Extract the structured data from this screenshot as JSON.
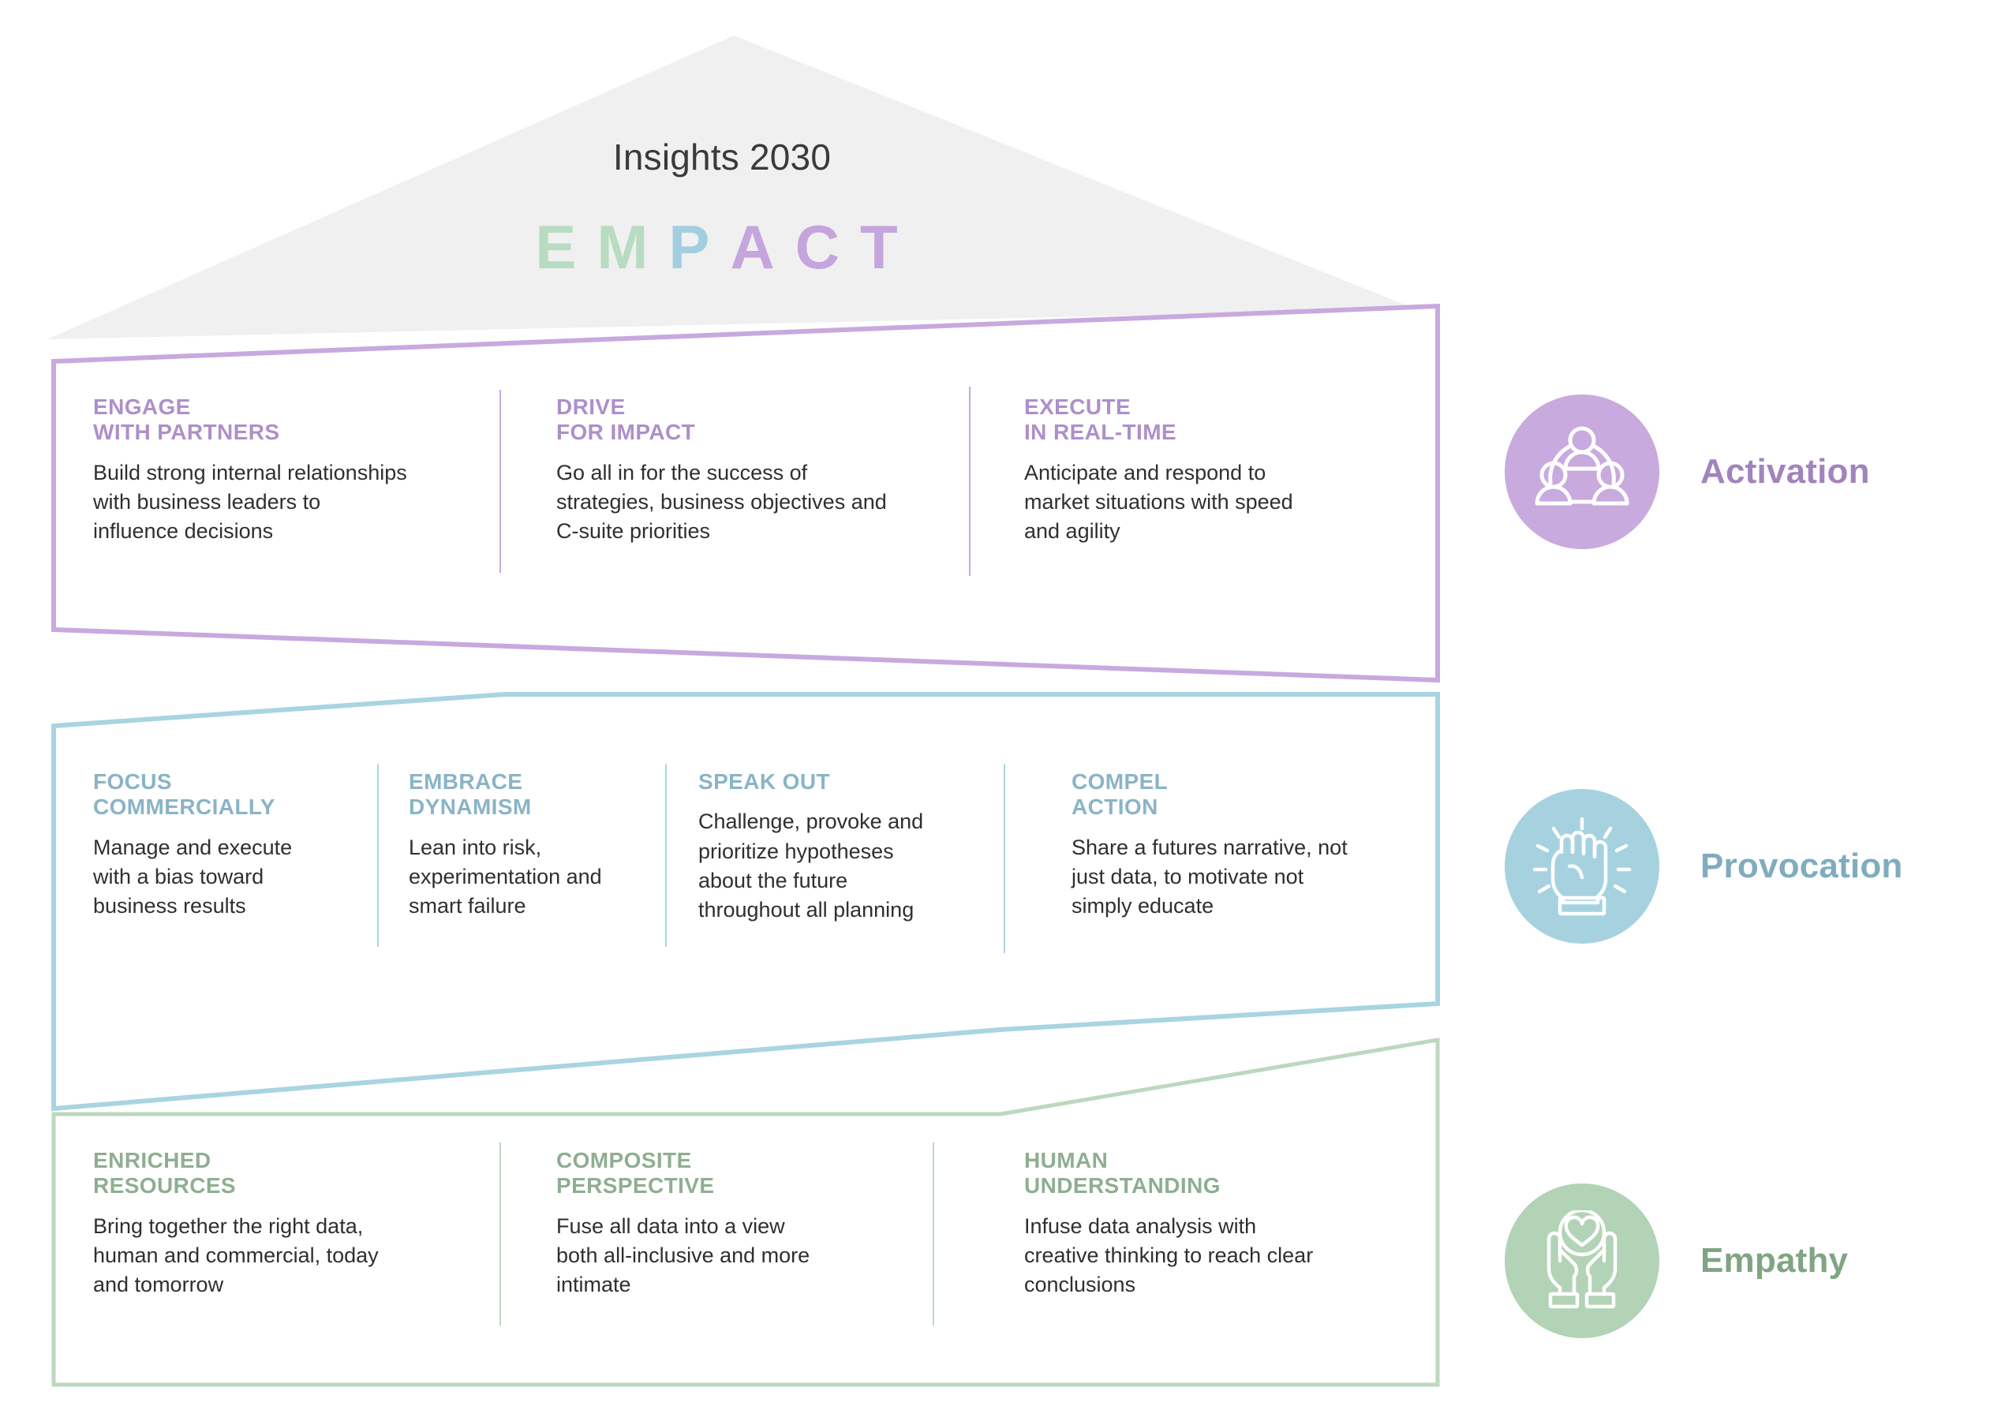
{
  "header": {
    "title": "Insights 2030",
    "acronym": [
      {
        "letter": "E",
        "color": "#b7dcc1"
      },
      {
        "letter": "M",
        "color": "#b7dcc1"
      },
      {
        "letter": "P",
        "color": "#a2cfe0"
      },
      {
        "letter": "A",
        "color": "#c4a5dd"
      },
      {
        "letter": "C",
        "color": "#c4a5dd"
      },
      {
        "letter": "T",
        "color": "#c4a5dd"
      }
    ]
  },
  "panels": [
    {
      "id": "activation",
      "accent": "#c8a9df",
      "heading_color": "#ae8fc9",
      "legend_label": "Activation",
      "legend_icon": "people-network-icon",
      "columns": [
        {
          "heading": "ENGAGE\nWITH PARTNERS",
          "body": "Build strong internal relationships\nwith business leaders to\ninfluence decisions"
        },
        {
          "heading": "DRIVE\nFOR IMPACT",
          "body": "Go all in for the success of\nstrategies, business objectives and\nC-suite priorities"
        },
        {
          "heading": "EXECUTE\nIN REAL-TIME",
          "body": "Anticipate and respond to\nmarket situations with speed\nand agility"
        }
      ]
    },
    {
      "id": "provocation",
      "accent": "#a9d4e2",
      "heading_color": "#8ab4c6",
      "legend_label": "Provocation",
      "legend_icon": "raised-fist-icon",
      "columns": [
        {
          "heading": "FOCUS\nCOMMERCIALLY",
          "body": "Manage and execute\nwith a bias toward\nbusiness results"
        },
        {
          "heading": "EMBRACE\nDYNAMISM",
          "body": "Lean into risk,\nexperimentation and\nsmart failure"
        },
        {
          "heading": "SPEAK OUT",
          "body": "Challenge, provoke and\nprioritize hypotheses\nabout the future\nthroughout all planning"
        },
        {
          "heading": "COMPEL\nACTION",
          "body": "Share a futures narrative, not\njust data, to motivate not\nsimply educate"
        }
      ]
    },
    {
      "id": "empathy",
      "accent": "#bcd8bf",
      "heading_color": "#8fae91",
      "legend_label": "Empathy",
      "legend_icon": "hands-holding-heart-icon",
      "columns": [
        {
          "heading": "ENRICHED\nRESOURCES",
          "body": "Bring together the right data,\nhuman and commercial, today\nand tomorrow"
        },
        {
          "heading": "COMPOSITE\nPERSPECTIVE",
          "body": "Fuse all data into a view\nboth all-inclusive and more\nintimate"
        },
        {
          "heading": "HUMAN\nUNDERSTANDING",
          "body": "Infuse data analysis with\ncreative thinking to reach clear\nconclusions"
        }
      ]
    }
  ],
  "colors": {
    "roof_fill": "#f0f0f0",
    "purple_accent": "#c8a9df",
    "blue_accent": "#a9d4e2",
    "green_accent": "#bcd8bf",
    "body_text": "#2f2f2f"
  }
}
